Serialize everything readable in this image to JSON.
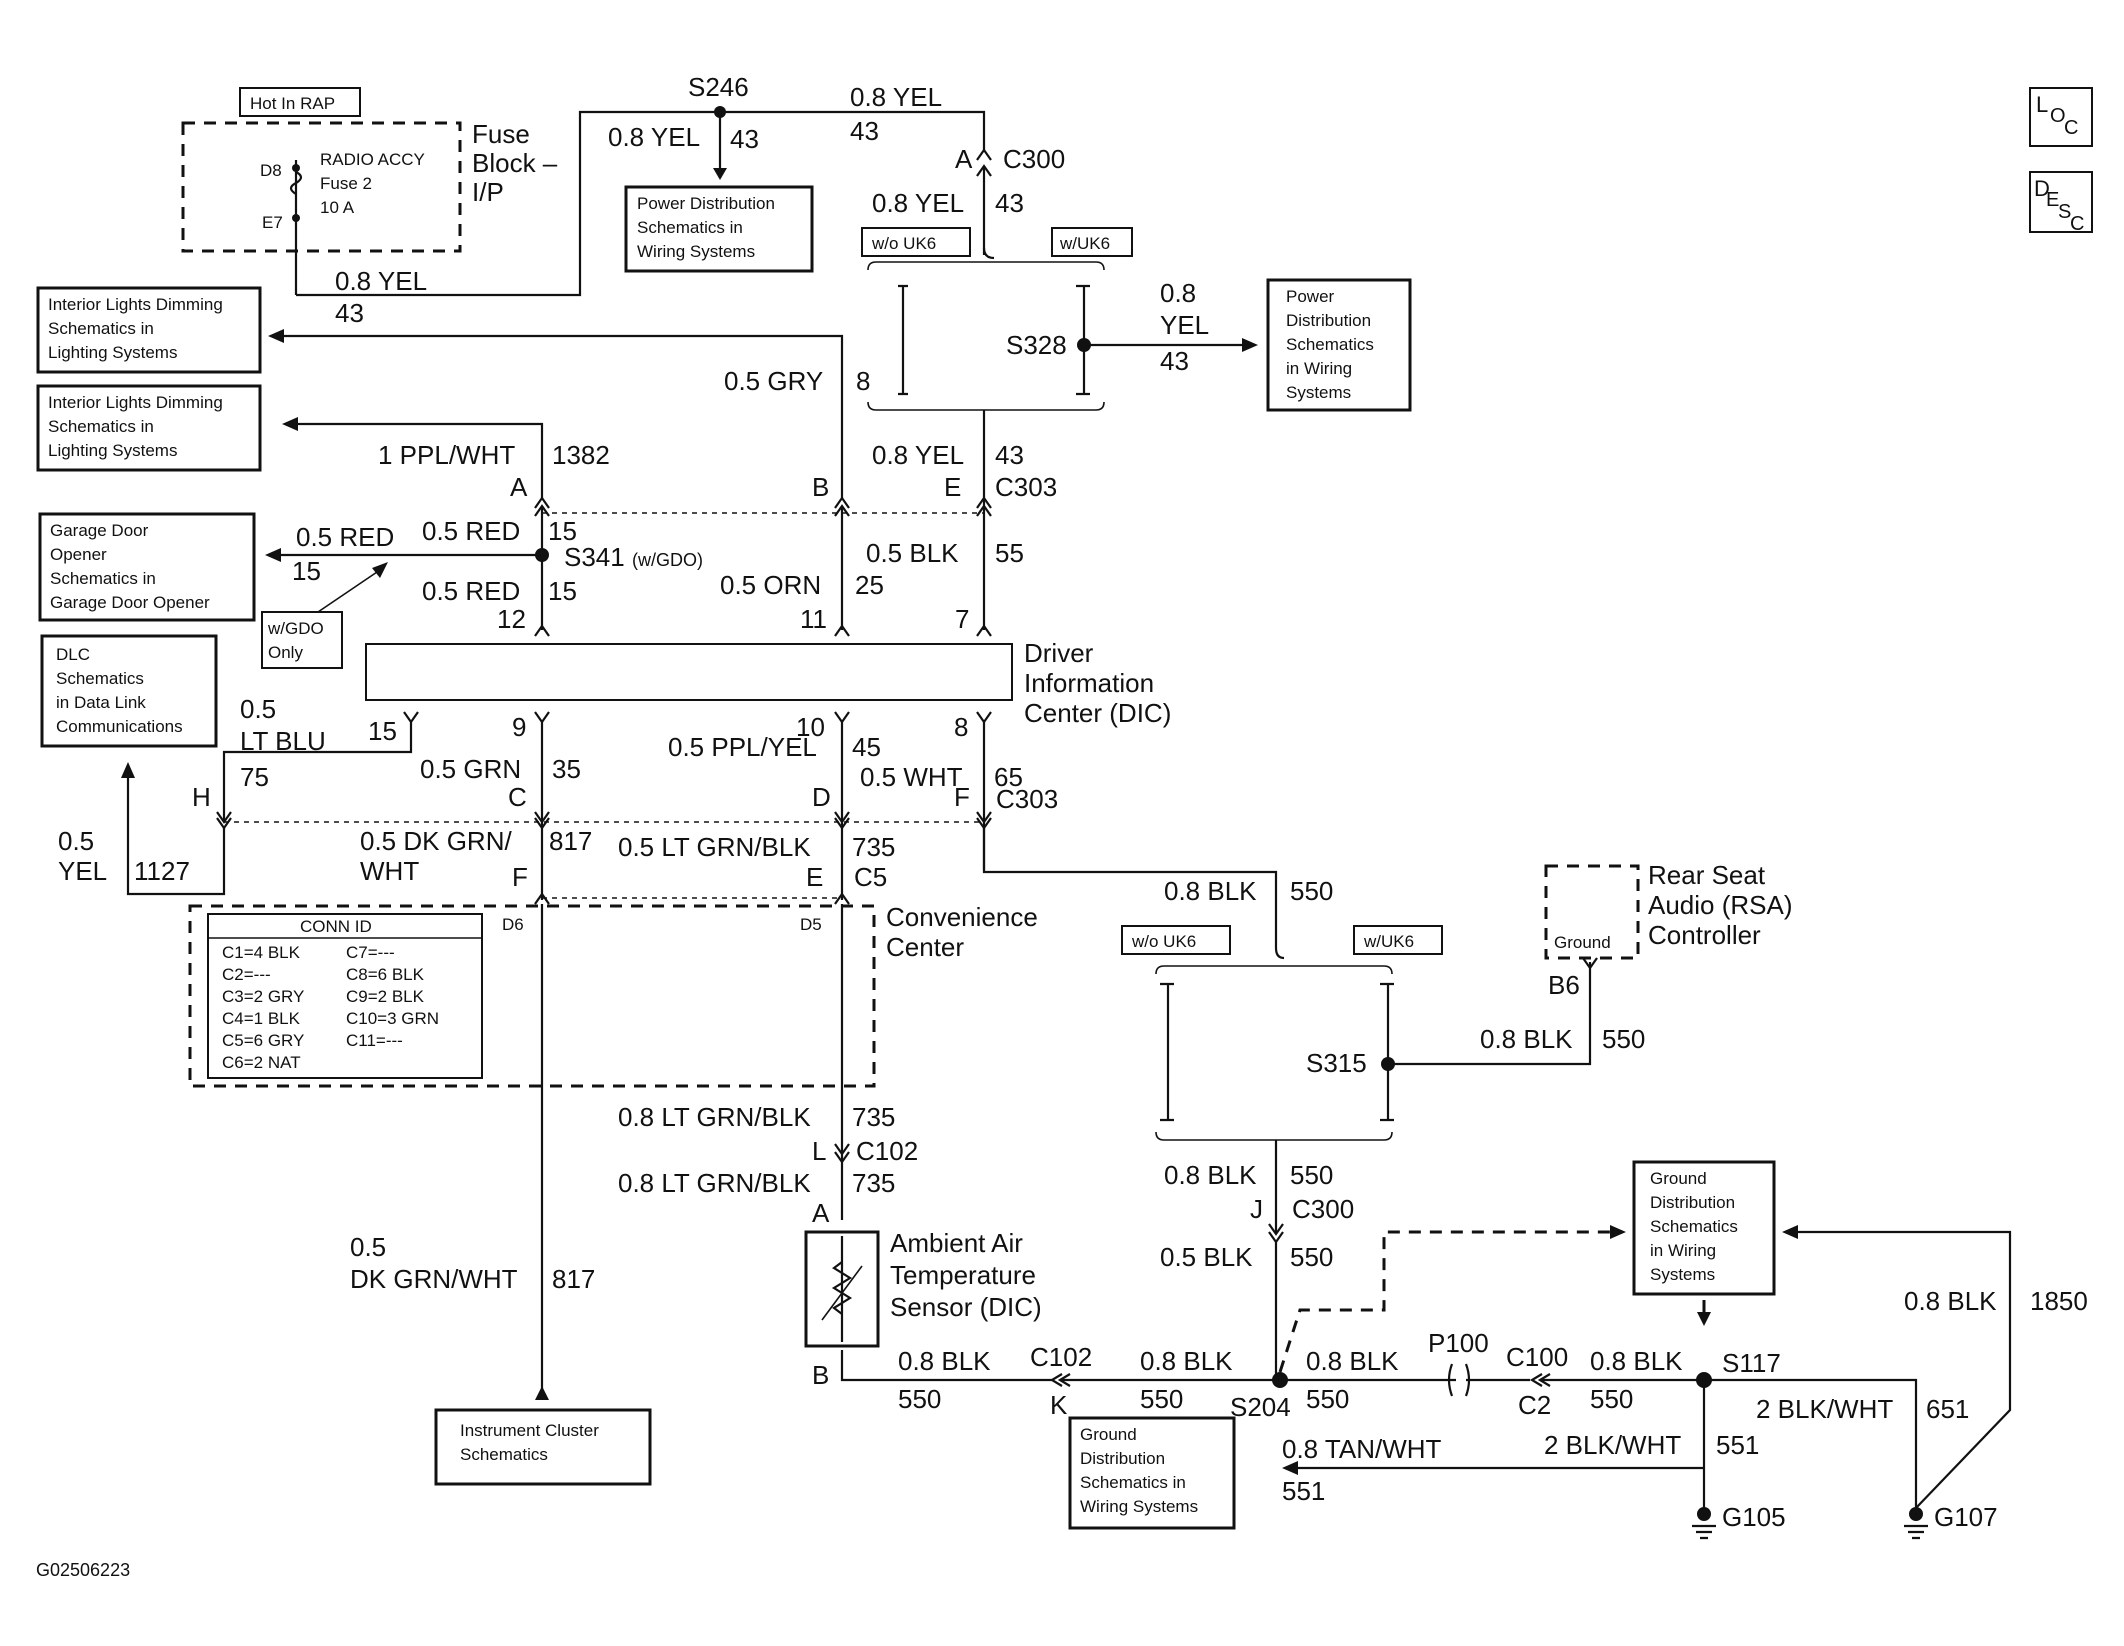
{
  "diagram_id": "G02506223",
  "icons": {
    "loc": "loc-icon",
    "desc": "desc-icon"
  },
  "hot_in_rap": "Hot In RAP",
  "fuse_block": {
    "title": [
      "Fuse",
      "Block –",
      "I/P"
    ],
    "fuse": [
      "RADIO ACCY",
      "Fuse 2",
      "10 A"
    ],
    "pin_in": "D8",
    "pin_out": "E7"
  },
  "refs": {
    "power_dist_1": [
      "Power Distribution",
      "Schematics in",
      "Wiring Systems"
    ],
    "power_dist_2": [
      "Power",
      "Distribution",
      "Schematics",
      "in Wiring",
      "Systems"
    ],
    "interior_1": [
      "Interior Lights Dimming",
      "Schematics in",
      "Lighting Systems"
    ],
    "interior_2": [
      "Interior Lights Dimming",
      "Schematics in",
      "Lighting Systems"
    ],
    "garage": [
      "Garage Door",
      "Opener",
      "Schematics in",
      "Garage Door Opener"
    ],
    "dlc": [
      "DLC",
      "Schematics",
      "in Data Link",
      "Communications"
    ],
    "ground_dist_1": [
      "Ground",
      "Distribution",
      "Schematics",
      "in Wiring",
      "Systems"
    ],
    "ground_dist_2": [
      "Ground",
      "Distribution",
      "Schematics in",
      "Wiring Systems"
    ],
    "instrument": [
      "Instrument Cluster",
      "Schematics"
    ]
  },
  "options": {
    "wo_uk6": "w/o UK6",
    "w_uk6": "w/UK6",
    "w_gdo": [
      "w/GDO",
      "Only"
    ]
  },
  "splices": {
    "s246": "S246",
    "s328": "S328",
    "s341": "S341",
    "s341_note": "(w/GDO)",
    "s315": "S315",
    "s204": "S204",
    "s117": "S117"
  },
  "connectors": {
    "c300": "C300",
    "c303": "C303",
    "c5": "C5",
    "c102": "C102",
    "c100": "C100",
    "c2": "C2",
    "p100": "P100"
  },
  "components": {
    "dic": [
      "Driver",
      "Information",
      "Center (DIC)"
    ],
    "conv": [
      "Convenience",
      "Center"
    ],
    "sensor": [
      "Ambient Air",
      "Temperature",
      "Sensor (DIC)"
    ],
    "rsa": [
      "Rear Seat",
      "Audio (RSA)",
      "Controller"
    ],
    "rsa_ground": "Ground",
    "rsa_pin": "B6"
  },
  "conn_id": {
    "title": "CONN ID",
    "left": [
      "C1=4 BLK",
      "C2=---",
      "C3=2 GRY",
      "C4=1 BLK",
      "C5=6 GRY",
      "C6=2 NAT"
    ],
    "right": [
      "C7=---",
      "C8=6 BLK",
      "C9=2 BLK",
      "C10=3 GRN",
      "C11=---"
    ],
    "pin_d6": "D6",
    "pin_d5": "D5"
  },
  "grounds": {
    "g105": "G105",
    "g107": "G107"
  },
  "wires": {
    "w_08yel": "0.8 YEL",
    "c43": "43",
    "w_05gry": "0.5 GRY",
    "c8": "8",
    "w_1pplwht": "1 PPL/WHT",
    "c1382": "1382",
    "w_05red": "0.5 RED",
    "c15": "15",
    "w_05orn": "0.5 ORN",
    "c25": "25",
    "w_05blk": "0.5 BLK",
    "c55": "55",
    "w_05ltblu": [
      "0.5",
      "LT BLU"
    ],
    "c75": "75",
    "w_05grn": "0.5 GRN",
    "c35": "35",
    "w_05pplyel": "0.5 PPL/YEL",
    "c45": "45",
    "w_05wht": "0.5 WHT",
    "c65": "65",
    "w_05yel": [
      "0.5",
      "YEL"
    ],
    "c1127": "1127",
    "w_05dkgrnwht": [
      "0.5 DK GRN/",
      "WHT"
    ],
    "c817": "817",
    "w_05ltgrnblk": "0.5 LT GRN/BLK",
    "c735": "735",
    "w_08blk": "0.8 BLK",
    "c550": "550",
    "w_08ltgrnblk": "0.8 LT GRN/BLK",
    "w_05dkgrnwht2": [
      "0.5",
      "DK GRN/WHT"
    ],
    "w_08tanwht": "0.8 TAN/WHT",
    "c551": "551",
    "w_2blkwht": "2 BLK/WHT",
    "c651": "651",
    "c1850": "1850",
    "w_08yel_stack": [
      "0.8",
      "YEL"
    ]
  },
  "pins": {
    "A": "A",
    "B": "B",
    "C": "C",
    "D": "D",
    "E": "E",
    "F": "F",
    "H": "H",
    "J": "J",
    "K": "K",
    "L": "L",
    "p15": "15",
    "p12": "12",
    "p11": "11",
    "p7": "7",
    "p9": "9",
    "p10": "10",
    "p8": "8"
  }
}
